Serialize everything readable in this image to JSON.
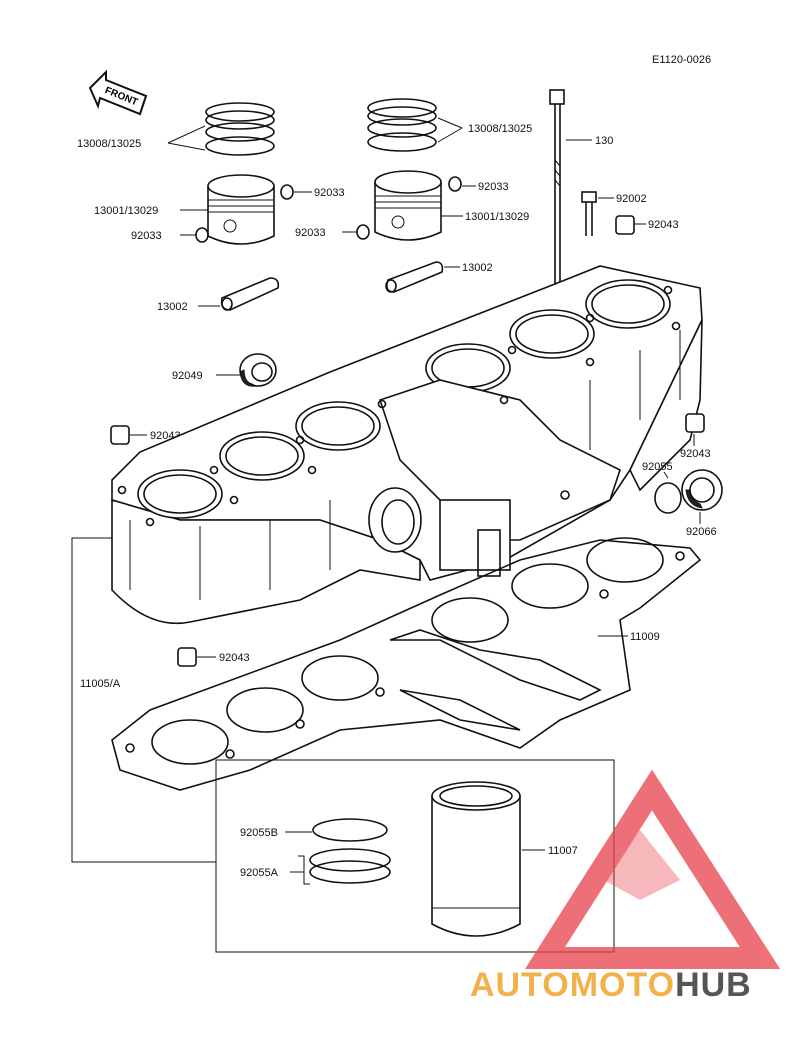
{
  "diagram_code": "E1120-0026",
  "front_arrow_text": "FRONT",
  "labels": {
    "rings_left": "13008/13025",
    "rings_right": "13008/13025",
    "bolt": "130",
    "clip_left_top": "92033",
    "clip_right_top": "92033",
    "clip_left_bottom": "92033",
    "clip_right_bottom": "92033",
    "piston_left": "13001/13029",
    "piston_right": "13001/13029",
    "bolt_small": "92002",
    "dowel_top_right": "92043",
    "pin_right": "13002",
    "pin_left": "13002",
    "oil_seal": "92049",
    "dowel_left": "92043",
    "dowel_right": "92043",
    "oring_right": "92055",
    "seal_right": "92066",
    "gasket": "11009",
    "dowel_bottom": "92043",
    "cylinder_block": "11005/A",
    "oring_b": "92055B",
    "oring_a": "92055A",
    "liner": "11007"
  },
  "watermark": {
    "part1": "AUTOMOTO",
    "part2": "HUB",
    "color1": "#f2b14a",
    "color2": "#555555",
    "logo_color": "#e8414b"
  }
}
